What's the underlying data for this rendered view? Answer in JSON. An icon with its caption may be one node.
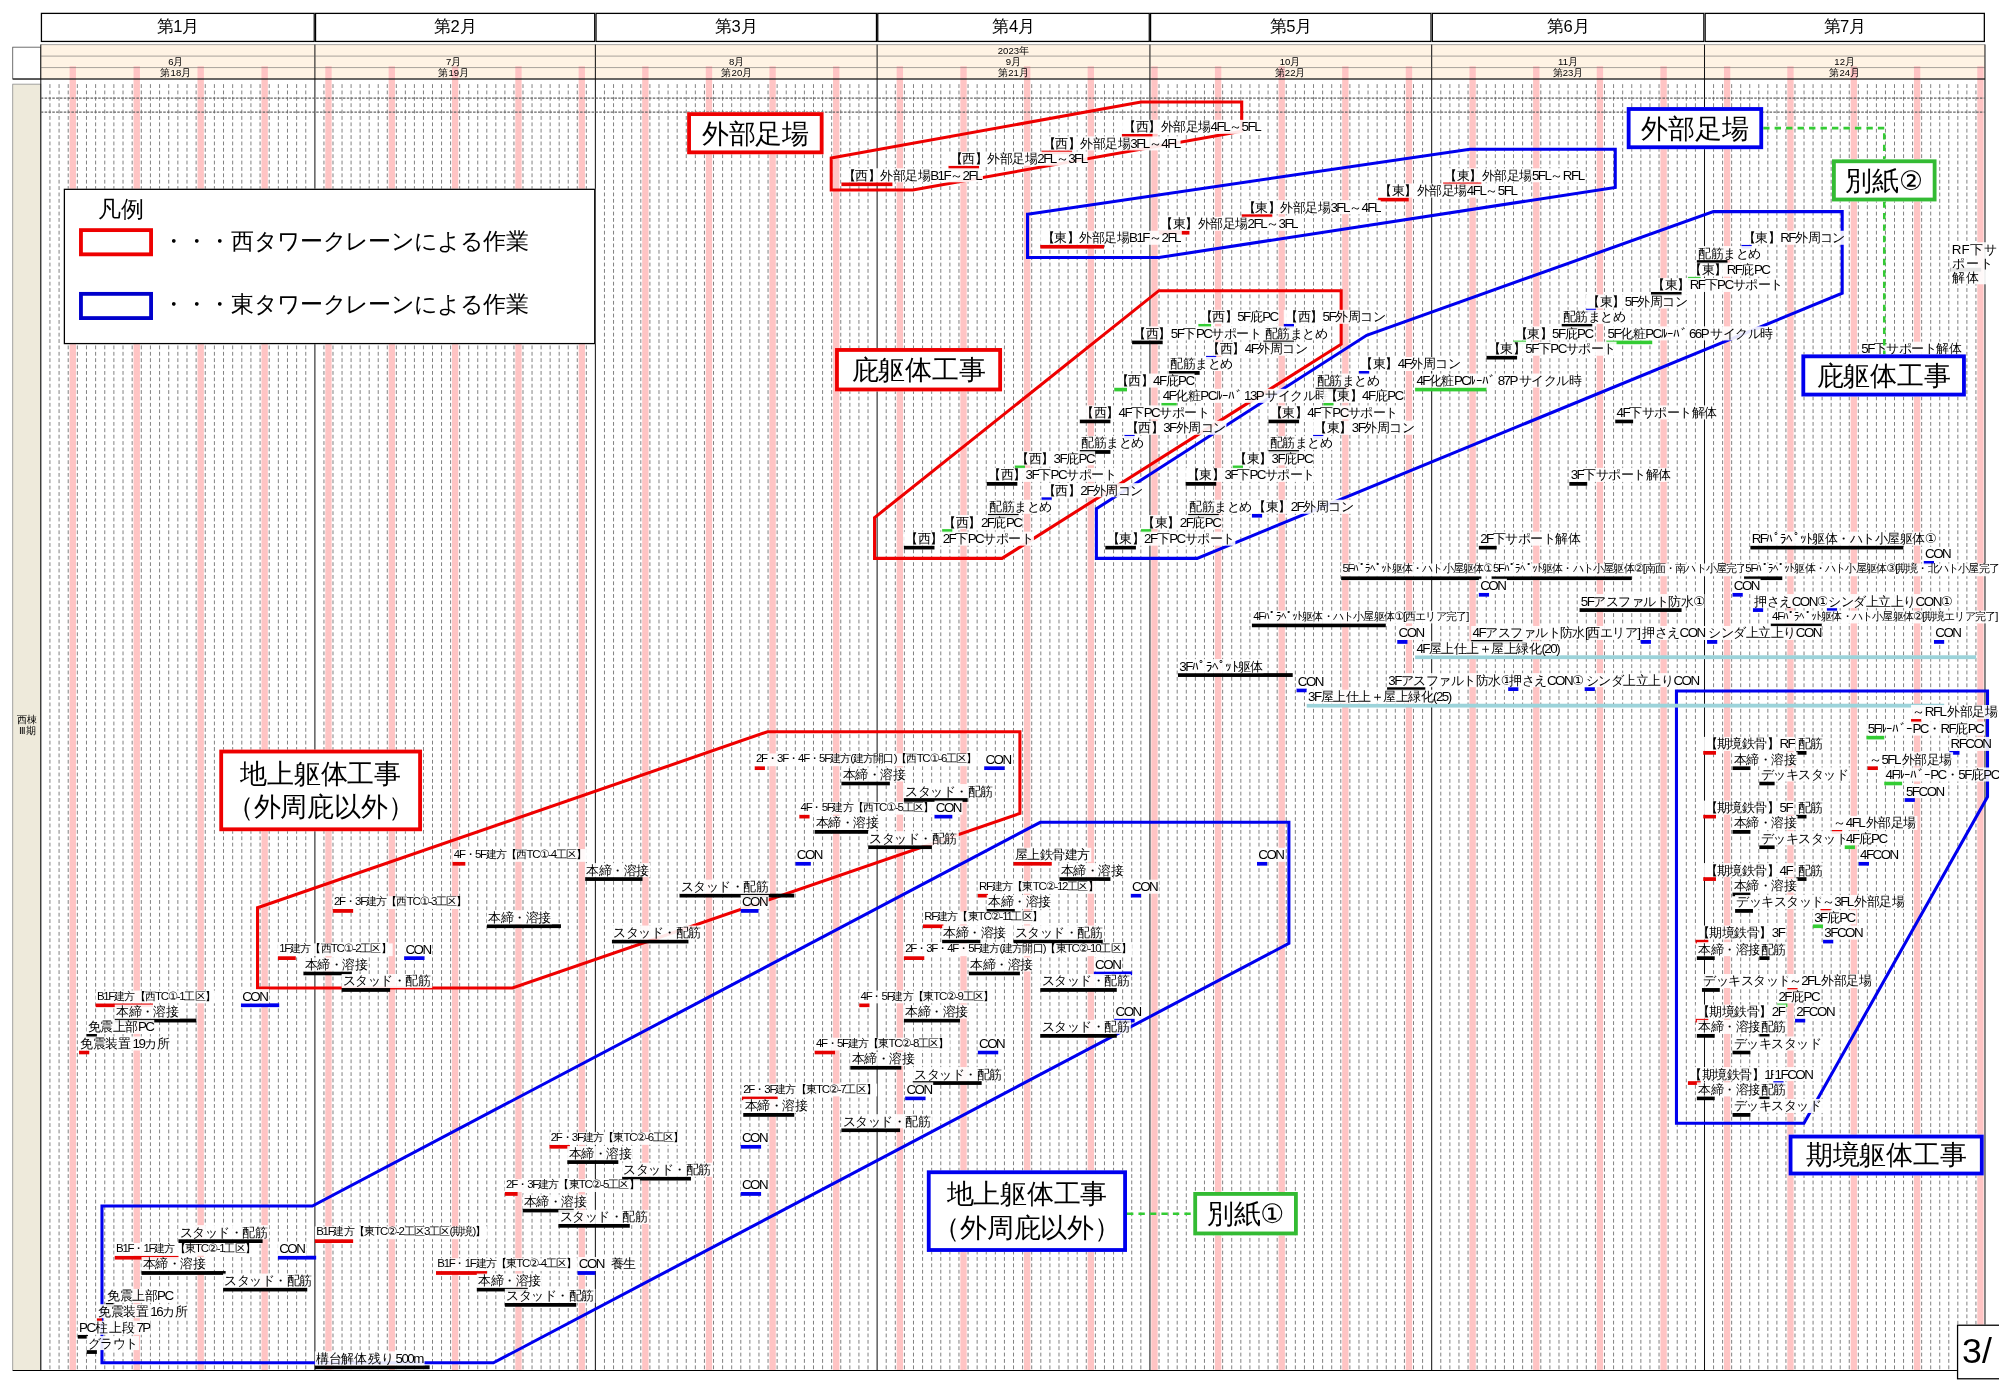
{
  "diagram": {
    "nodes": [
      {
        "text": [
          "外部足場"
        ]
      },
      {
        "text": [
          "庇躯体工事"
        ]
      },
      {
        "text": [
          "地上躯体工事（外周庇以外）"
        ]
      },
      {
        "text": [
          "外部足場"
        ]
      },
      {
        "text": [
          "別紙②"
        ]
      },
      {
        "text": [
          "庇躯体工事"
        ]
      },
      {
        "text": [
          "地上躯体工事（外周庇以外）"
        ]
      },
      {
        "text": [
          "別紙①"
        ]
      },
      {
        "text": [
          "期境躯体工事"
        ]
      }
    ],
    "edges": [
      {
        "from": 3,
        "to": 4,
        "arrow": "none",
        "style": "dashed",
        "color": "#33cc33"
      },
      {
        "from": 4,
        "to": 5,
        "arrow": "none",
        "style": "dashed",
        "color": "#33cc33"
      },
      {
        "from": 6,
        "to": 7,
        "arrow": "none",
        "style": "dashed",
        "color": "#33cc33"
      }
    ],
    "labels": [
      "第1月",
      "第2月",
      "第3月",
      "第4月",
      "第5月",
      "第6月",
      "第7月",
      "2023年",
      "6月",
      "7月",
      "8月",
      "9月",
      "10月",
      "11月",
      "12月",
      "第18月",
      "第19月",
      "第20月",
      "第21月",
      "第22月",
      "第23月",
      "第24月",
      "凡例",
      "西棟Ⅲ期",
      "【西】外部足場4FL～5FL",
      "【西】外部足場3FL～4FL",
      "【西】外部足場2FL～3FL",
      "【西】外部足場B1F～2FL",
      "【東】外部足場5FL～RFL",
      "【東】外部足場4FL～5FL",
      "【東】外部足場3FL～4FL",
      "【東】外部足場2FL～3FL",
      "【東】外部足場B1F～2FL",
      "【東】RF外周コン",
      "配筋まとめ",
      "【東】RF庇PC",
      "【東】RF下PCサポート",
      "RF下サポート解体",
      "【東】5F外周コン",
      "【西】5F庇PC",
      "【西】5F外周コン",
      "配筋まとめ",
      "【西】5F下PCサポート",
      "配筋まとめ",
      "【東】5F庇PC",
      "5F化粧PCﾙｰﾊﾞ 66P サイクル時",
      "【西】4F外周コン",
      "【東】5F下PCサポート",
      "5F下サポート解体",
      "配筋まとめ",
      "【東】4F外周コン",
      "【西】4F庇PC",
      "配筋まとめ",
      "4F化粧PCﾙｰﾊﾞ 87P サイクル時",
      "4F化粧PCﾙｰﾊﾞ 13P サイクル時",
      "【東】4F庇PC",
      "【西】4F下PCサポート",
      "【東】4F下PCサポート",
      "4F下サポート解体",
      "【西】3F外周コン",
      "【東】3F外周コン",
      "配筋まとめ",
      "配筋まとめ",
      "【西】3F庇PC",
      "【東】3F庇PC",
      "【西】3F下PCサポート",
      "【東】3F下PCサポート",
      "3F下サポート解体",
      "【西】2F外周コン",
      "配筋まとめ",
      "配筋まとめ",
      "【東】2F外周コン",
      "【西】2F庇PC",
      "【東】2F庇PC",
      "【西】2F下PCサポート",
      "【東】2F下PCサポート",
      "2F下サポート解体",
      "RFﾊﾟﾗﾍﾟｯﾄ躯体・ハト小屋躯体①",
      "CON",
      "5Fﾊﾟﾗﾍﾟｯﾄ躯体・ハト小屋躯体①",
      "5Fﾊﾟﾗﾍﾟｯﾄ躯体・ハト小屋躯体②[南面・南ハト小屋完了]",
      "5Fﾊﾟﾗﾍﾟｯﾄ躯体・ハト小屋躯体③[期境・北ハト小屋完了]",
      "CON",
      "CON",
      "5Fアスファルト防水①",
      "押さえCON①",
      "シンダ上立上りCON①",
      "4Fﾊﾟﾗﾍﾟｯﾄ躯体・ハト小屋躯体①[西エリア完了]",
      "4Fﾊﾟﾗﾍﾟｯﾄ躯体・ハト小屋躯体②[期境エリア完了]",
      "CON",
      "4Fアスファルト防水[西エリア]",
      "押さえCON",
      "シンダ上立上りCON",
      "CON",
      "4F屋上仕上＋屋上緑化(20)",
      "3Fﾊﾟﾗﾍﾟｯﾄ躯体",
      "CON",
      "3Fアスファルト防水①",
      "押さえCON①",
      "シンダ上立上りCON",
      "3F屋上仕上＋屋上緑化(25)",
      "～RFL 外部足場",
      "5FﾙｰﾊﾞｰPC・RF庇PC",
      "【期境鉄骨】RF",
      "配筋",
      "RFCON",
      "2F・3F・4F・5F建方(建方開口)【西TC①-6工区】",
      "CON",
      "本締・溶接",
      "～5FL 外部足場",
      "本締・溶接",
      "デッキスタッド",
      "4FﾙｰﾊﾞｰPC・5F庇PC",
      "スタッド・配筋",
      "5FCON",
      "4F・5F建方【西TC①-5工区】",
      "CON",
      "【期境鉄骨】5F",
      "配筋",
      "本締・溶接",
      "本締・溶接",
      "～4FL 外部足場",
      "スタッド・配筋",
      "デッキスタッド",
      "4F庇PC",
      "4F・5F建方【西TC①-4工区】",
      "CON",
      "屋上鉄骨建方",
      "CON",
      "4FCON",
      "本締・溶接",
      "本締・溶接",
      "【期境鉄骨】4F",
      "配筋",
      "スタッド・配筋",
      "RF建方【東TC②-12工区】",
      "CON",
      "本締・溶接",
      "2F・3F建方【西TC①-3工区】",
      "CON",
      "本締・溶接",
      "デッキスタッド",
      "～3FL 外部足場",
      "本締・溶接",
      "RF建方【東TC②-11工区】",
      "3F庇PC",
      "スタッド・配筋",
      "本締・溶接",
      "スタッド・配筋",
      "【期境鉄骨】3F",
      "3FCON",
      "1F建方【西TC①-2工区】",
      "CON",
      "2F・3F・4F・5F建方(建方開口)【東TC②-10工区】",
      "本締・溶接",
      "配筋",
      "本締・溶接",
      "本締・溶接",
      "CON",
      "スタッド・配筋",
      "スタッド・配筋",
      "デッキスタッド",
      "～2FL 外部足場",
      "B1F建方【西TC①-1工区】",
      "CON",
      "4F・5F建方【東TC②-9工区】",
      "2F庇PC",
      "本締・溶接",
      "本締・溶接",
      "CON",
      "【期境鉄骨】2F",
      "2FCON",
      "免震上部PC",
      "スタッド・配筋",
      "本締・溶接",
      "配筋",
      "免震装置 19カ所",
      "4F・5F建方【東TC②-8工区】",
      "CON",
      "デッキスタッド",
      "本締・溶接",
      "スタッド・配筋",
      "【期境鉄骨】1F",
      "1FCON",
      "2F・3F建方【東TC②-7工区】",
      "CON",
      "本締・溶接",
      "配筋",
      "本締・溶接",
      "デッキスタッド",
      "スタッド・配筋",
      "2F・3F建方【東TC②-6工区】",
      "CON",
      "本締・溶接",
      "スタッド・配筋",
      "2F・3F建方【東TC②-5工区】",
      "CON",
      "本締・溶接",
      "スタッド・配筋",
      "スタッド・配筋",
      "B1F建方【東TC②-2工区3工区(期境)】",
      "B1F・1F建方【東TC②-1工区】",
      "CON",
      "本締・溶接",
      "B1F・1F建方【東TC②-4工区】",
      "CON",
      "養生",
      "スタッド・配筋",
      "本締・溶接",
      "免震上部PC",
      "スタッド・配筋",
      "免震装置 16カ所",
      "PC柱 上段 7P",
      "グラウト",
      "構台解体 残り 500m",
      "3/"
    ],
    "legend": [
      {
        "text": "・・・西タワークレーンによる作業",
        "color": "#ee0000"
      },
      {
        "text": "・・・東タワークレーンによる作業",
        "color": "#0000cc"
      }
    ]
  }
}
